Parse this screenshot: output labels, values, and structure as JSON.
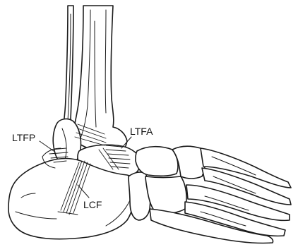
{
  "labels": {
    "ltfp": "LTFP",
    "ltfa": "LTFA",
    "lcf": "LCF"
  },
  "colors": {
    "ink": "#1a1a1a",
    "background": "#ffffff"
  }
}
